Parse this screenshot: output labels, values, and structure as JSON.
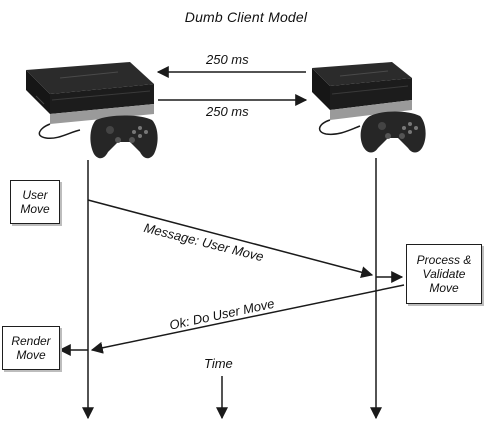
{
  "diagram": {
    "title": "Dumb Client Model",
    "latency_top": "250 ms",
    "latency_bottom": "250 ms",
    "boxes": {
      "user_move": [
        "User",
        "Move"
      ],
      "process_validate": [
        "Process &",
        "Validate",
        "Move"
      ],
      "render_move": [
        "Render",
        "Move"
      ]
    },
    "messages": {
      "user_move": "Message: User Move",
      "ok_do_user_move": "Ok: Do User Move"
    },
    "time_label": "Time",
    "colors": {
      "line": "#1a1a1a",
      "console_body": "#1f1f1f",
      "console_highlight": "#4a4a4a",
      "console_base": "#9a9a9a",
      "controller": "#2a2a2a"
    }
  }
}
